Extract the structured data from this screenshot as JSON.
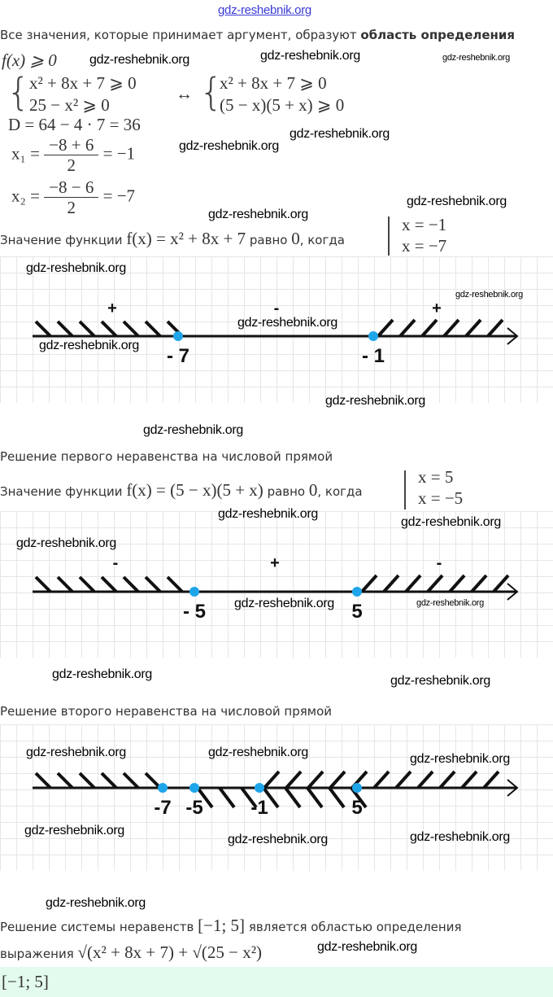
{
  "watermark": "gdz-reshebnik.org",
  "intro": {
    "text": "Все значения, которые принимает аргумент, образуют ",
    "bold": "область определения"
  },
  "math": {
    "fx_ge0": "f(x) ⩾ 0",
    "sys1a": "x² + 8x + 7 ⩾ 0",
    "sys1b": "25 − x² ⩾ 0",
    "equiv": "↔",
    "sys2a": "x² + 8x + 7 ⩾ 0",
    "sys2b": "(5 − x)(5 + x) ⩾ 0",
    "disc": "D = 64 − 4 · 7 = 36",
    "x1_lhs": "x₁ =",
    "x1_num": "−8 + 6",
    "x1_den": "2",
    "x1_res": "= −1",
    "x2_lhs": "x₂ =",
    "x2_num": "−8 − 6",
    "x2_den": "2",
    "x2_res": "= −7"
  },
  "zeros1": {
    "pre": "Значение функции ",
    "expr": "f(x) = x² + 8x + 7",
    "mid": " равно ",
    "zero": "0",
    "post": ", когда",
    "r1": "x = −1",
    "r2": "x = −7"
  },
  "caption1": "Решение первого неравенства на числовой прямой",
  "zeros2": {
    "pre": "Значение функции ",
    "expr": "f(x) = (5 − x)(5 + x)",
    "mid": " равно ",
    "zero": "0",
    "post": ", когда",
    "r1": "x = 5",
    "r2": "x = −5"
  },
  "caption2": "Решение второго неравенства на числовой прямой",
  "conclusion": {
    "pre": "Решение системы неравенств ",
    "interval": "[−1; 5]",
    "post": " является областью определения",
    "line2": "выражения ",
    "expr": "√(x² + 8x + 7) + √(25 − x²)"
  },
  "answer": "[−1; 5]",
  "lines": [
    {
      "points": [
        {
          "value": -7,
          "label": "- 7"
        },
        {
          "value": -1,
          "label": "- 1"
        }
      ],
      "signs": [
        "+",
        "-",
        "+"
      ],
      "hatch": [
        {
          "from": "-inf",
          "to": -7,
          "side": "above"
        },
        {
          "from": -1,
          "to": "inf",
          "side": "above"
        }
      ]
    },
    {
      "points": [
        {
          "value": -5,
          "label": "- 5"
        },
        {
          "value": 5,
          "label": "5"
        }
      ],
      "signs": [
        "-",
        "+",
        "-"
      ],
      "hatch": [
        {
          "from": "-inf",
          "to": -5,
          "side": "above"
        },
        {
          "from": 5,
          "to": "inf",
          "side": "above"
        }
      ]
    },
    {
      "points": [
        {
          "value": -7,
          "label": "-7"
        },
        {
          "value": -5,
          "label": "-5"
        },
        {
          "value": -1,
          "label": "-1"
        },
        {
          "value": 5,
          "label": "5"
        }
      ],
      "signs": [],
      "hatch": [
        {
          "from": "-inf",
          "to": -7,
          "side": "above"
        },
        {
          "from": -5,
          "to": 5,
          "side": "below"
        },
        {
          "from": -1,
          "to": "inf",
          "side": "above"
        }
      ]
    }
  ],
  "colors": {
    "point": "#1ea5e9",
    "answer_bg": "#e3fbec",
    "link": "#3b3bd6"
  }
}
